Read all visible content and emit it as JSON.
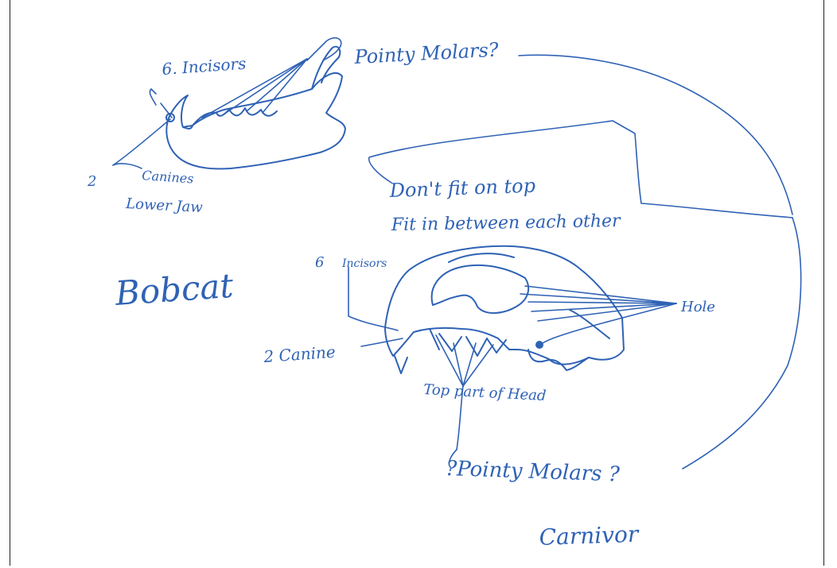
{
  "ink": "#2f62b5",
  "labels": {
    "top_incisors": "6. Incisors",
    "top_molars": "Pointy Molars?",
    "lower_canines_num": "2",
    "lower_canines": "Canines",
    "lower_jaw": "Lower Jaw",
    "animal": "Bobcat",
    "dont_fit": "Don't fit on top",
    "fit_between": "Fit in between each other",
    "skull_incisors_num": "6",
    "skull_incisors": "Incisors",
    "hole": "Hole",
    "skull_canine": "2 Canine",
    "top_part": "Top part of Head",
    "bottom_molars": "?Pointy Molars ?",
    "diet": "Carnivor"
  }
}
